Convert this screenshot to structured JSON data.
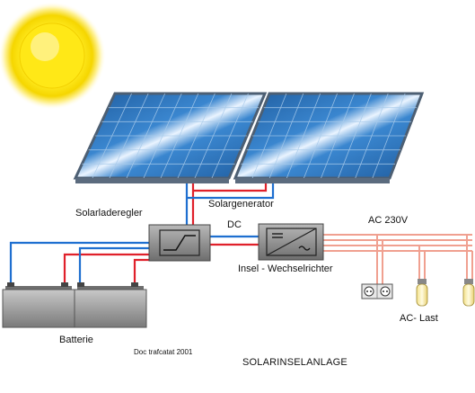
{
  "labels": {
    "solargenerator": "Solargenerator",
    "laderegler": "Solarladeregler",
    "dc": "DC",
    "wechselrichter": "Insel - Wechselrichter",
    "ac_voltage": "AC 230V",
    "ac_last": "AC- Last",
    "batterie": "Batterie",
    "doc": "Doc trafcatat 2001",
    "title": "SOLARINSELANLAGE"
  },
  "colors": {
    "sun_core": "#FFE500",
    "sun_glow": "#FFF6B0",
    "panel_blue": "#2E6FB5",
    "panel_cell": "#3B86CC",
    "panel_frame": "#5A6F86",
    "wire_plus": "#E0202A",
    "wire_minus": "#1E6FD0",
    "wire_ac": "#F0A090",
    "box_grey": "#8A8A8A",
    "battery_grey": "#9A9A9A"
  },
  "icons": {
    "sun": "sun-icon",
    "panel": "solar-panel-icon",
    "controller": "charge-controller-icon",
    "inverter": "inverter-icon",
    "socket": "socket-icon",
    "lamp": "lamp-icon",
    "battery": "battery-icon"
  }
}
